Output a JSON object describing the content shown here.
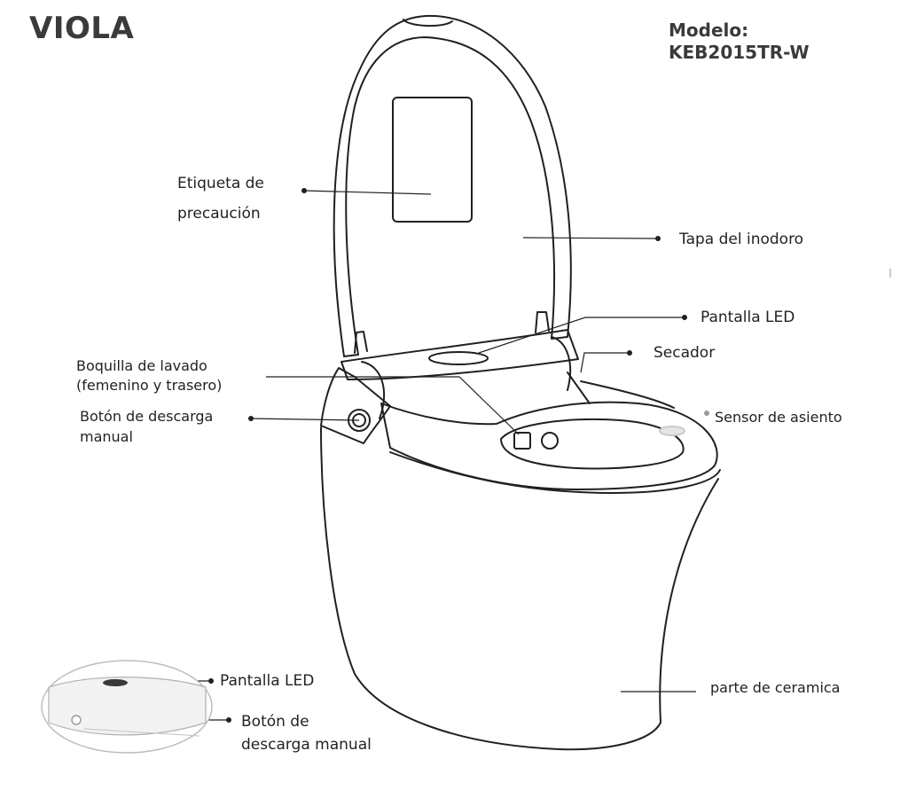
{
  "brand": "VIOLA",
  "model": {
    "label": "Modelo:",
    "code": "KEB2015TR-W"
  },
  "labels": {
    "warning_label": [
      "Etiqueta de",
      "precaución"
    ],
    "toilet_lid": "Tapa del inodoro",
    "led_screen": "Pantalla LED",
    "dryer": "Secador",
    "wash_nozzle": [
      "Boquilla de lavado",
      "(femenino y trasero)"
    ],
    "manual_flush": [
      "Botón de descarga",
      "manual"
    ],
    "seat_sensor": "Sensor de asiento",
    "ceramic_part": "parte de ceramica",
    "inset_led_screen": "Pantalla LED",
    "inset_manual_flush": [
      "Botón de",
      "descarga manual"
    ]
  }
}
